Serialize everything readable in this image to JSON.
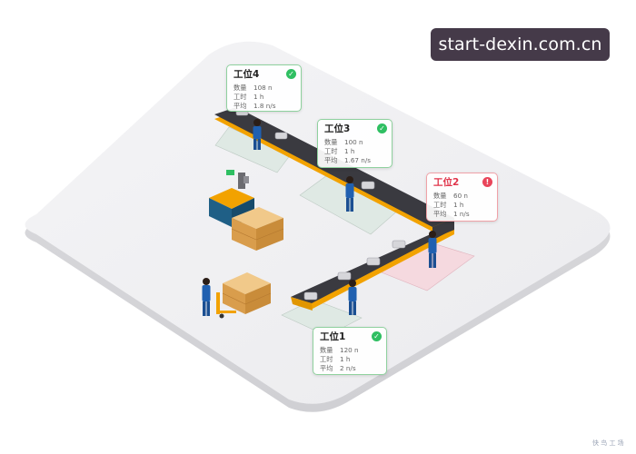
{
  "stations": [
    {
      "id": "station-4",
      "title": "工位4",
      "status": "ok",
      "rows": [
        {
          "key": "数量",
          "value": "108 n"
        },
        {
          "key": "工时",
          "value": "1 h"
        },
        {
          "key": "平均",
          "value": "1.8 n/s"
        }
      ]
    },
    {
      "id": "station-3",
      "title": "工位3",
      "status": "ok",
      "rows": [
        {
          "key": "数量",
          "value": "100 n"
        },
        {
          "key": "工时",
          "value": "1 h"
        },
        {
          "key": "平均",
          "value": "1.67 n/s"
        }
      ]
    },
    {
      "id": "station-2",
      "title": "工位2",
      "status": "alert",
      "rows": [
        {
          "key": "数量",
          "value": "60 n"
        },
        {
          "key": "工时",
          "value": "1 h"
        },
        {
          "key": "平均",
          "value": "1 n/s"
        }
      ]
    },
    {
      "id": "station-1",
      "title": "工位1",
      "status": "ok",
      "rows": [
        {
          "key": "数量",
          "value": "120 n"
        },
        {
          "key": "工时",
          "value": "1 h"
        },
        {
          "key": "平均",
          "value": "2 n/s"
        }
      ]
    }
  ],
  "watermark": "start-dexin.com.cn",
  "corner_mark": "快 鸟 工 场",
  "icons": {
    "ok": "check-circle-icon",
    "alert": "exclamation-circle-icon"
  },
  "colors": {
    "ok": "#2fbf62",
    "alert": "#e9455a",
    "belt": "#f2a200",
    "worker": "#2060b0",
    "crate": "#e7b46b"
  }
}
